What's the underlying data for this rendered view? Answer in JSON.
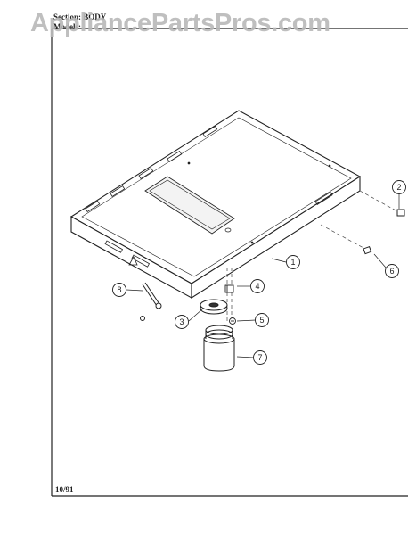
{
  "watermark": "AppliancePartsPros.com",
  "header": {
    "section_label": "Section:",
    "section_value": "BODY",
    "model_label": "Models:"
  },
  "footer": {
    "date": "10/91"
  },
  "callouts": [
    "1",
    "2",
    "3",
    "4",
    "5",
    "6",
    "7",
    "8"
  ]
}
